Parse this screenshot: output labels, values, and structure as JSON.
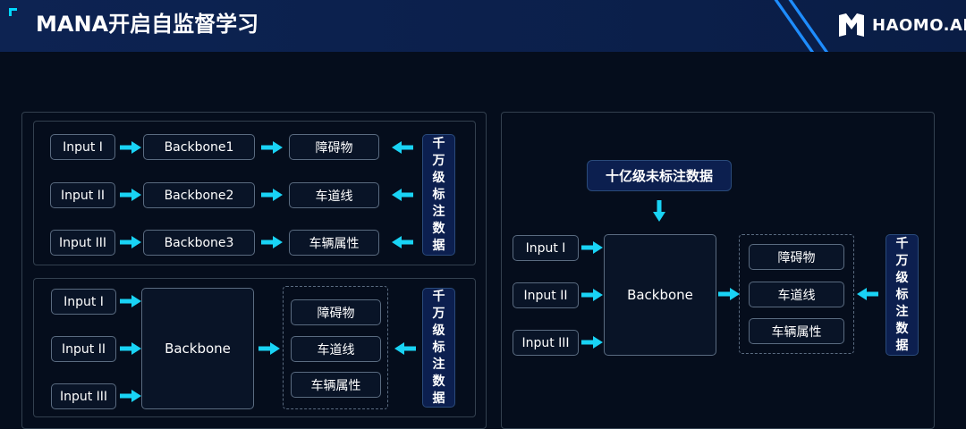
{
  "header": {
    "title": "MANA开启自监督学习",
    "brand": "HAOMO.AI",
    "accent_color": "#00d8ff",
    "brand_color": "#1e8dff"
  },
  "top_left": {
    "rows": [
      {
        "input": "Input I",
        "backbone": "Backbone1",
        "output": "障碍物"
      },
      {
        "input": "Input II",
        "backbone": "Backbone2",
        "output": "车道线"
      },
      {
        "input": "Input III",
        "backbone": "Backbone3",
        "output": "车辆属性"
      }
    ],
    "label_chars": [
      "千",
      "万",
      "级",
      "标",
      "注",
      "数",
      "据"
    ]
  },
  "bottom_left": {
    "inputs": [
      "Input I",
      "Input II",
      "Input III"
    ],
    "backbone": "Backbone",
    "outputs": [
      "障碍物",
      "车道线",
      "车辆属性"
    ],
    "label_chars": [
      "千",
      "万",
      "级",
      "标",
      "注",
      "数",
      "据"
    ]
  },
  "right": {
    "unlabeled": "十亿级未标注数据",
    "inputs": [
      "Input I",
      "Input II",
      "Input III"
    ],
    "backbone": "Backbone",
    "outputs": [
      "障碍物",
      "车道线",
      "车辆属性"
    ],
    "label_chars": [
      "千",
      "万",
      "级",
      "标",
      "注",
      "数",
      "据"
    ]
  }
}
